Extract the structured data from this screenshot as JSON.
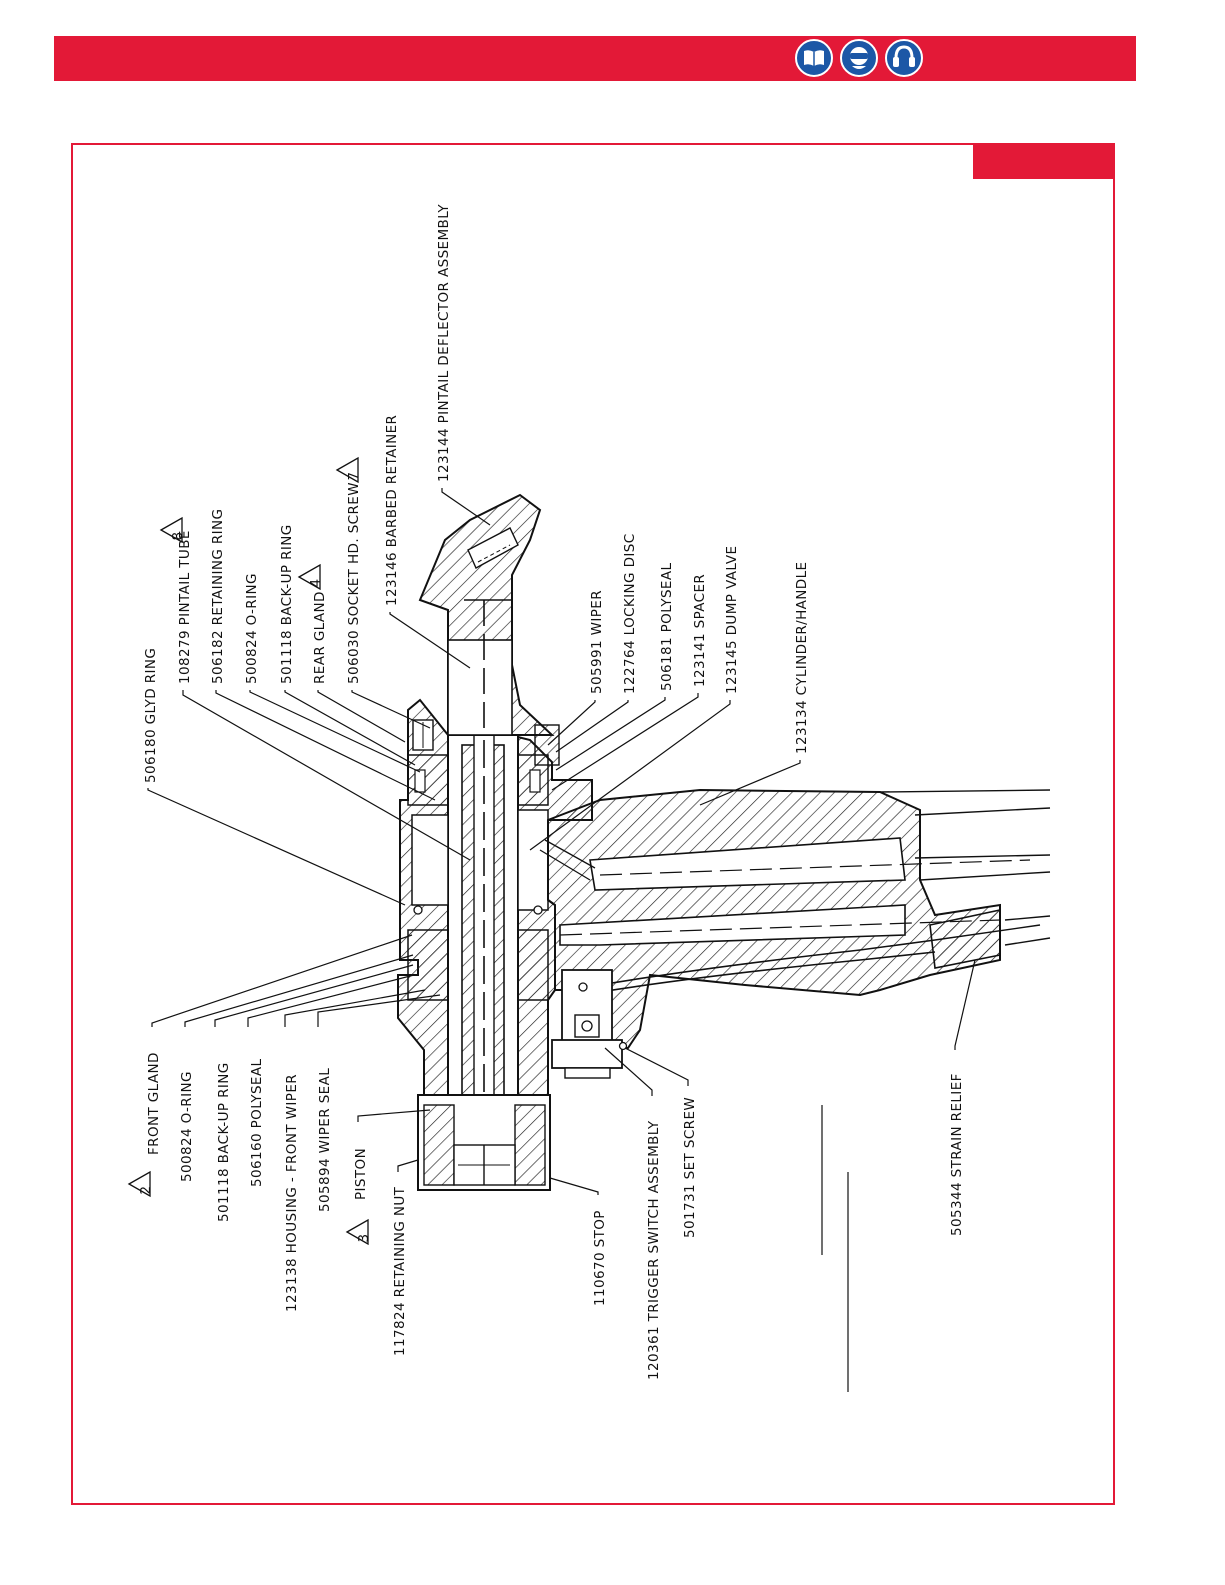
{
  "header": {
    "bar_color": "#e31937",
    "icons": [
      "manual-book-icon",
      "safety-glasses-icon",
      "ear-protection-icon"
    ]
  },
  "diagram": {
    "labels": {
      "front_gland": "FRONT GLAND",
      "front_gland_note": "2",
      "oring_front": "500824 O-RING",
      "backup_front": "501118 BACK-UP RING",
      "polyseal_front": "506160 POLYSEAL",
      "housing": "123138 HOUSING - FRONT WIPER",
      "wiper_seal": "505894 WIPER SEAL",
      "piston": "PISTON",
      "piston_note": "3",
      "retaining_nut": "117824 RETAINING NUT",
      "stop": "110670 STOP",
      "trigger": "120361 TRIGGER SWITCH ASSEMBLY",
      "set_screw": "501731 SET SCREW",
      "strain_relief": "505344 STRAIN RELIEF",
      "glyd_ring": "506180 GLYD RING",
      "pintail_tube": "108279 PINTAIL TUBE",
      "pintail_tube_note": "8",
      "retaining_ring": "506182 RETAINING RING",
      "oring_rear": "500824 O-RING",
      "backup_rear": "501118 BACK-UP RING",
      "rear_gland": "REAR GLAND",
      "rear_gland_note": "4",
      "socket_screw": "506030 SOCKET HD. SCREW",
      "socket_screw_note": "7",
      "barbed_retainer": "123146 BARBED RETAINER",
      "deflector": "123144 PINTAIL DEFLECTOR ASSEMBLY",
      "wiper": "505991 WIPER",
      "locking_disc": "122764 LOCKING DISC",
      "polyseal_rear": "506181 POLYSEAL",
      "spacer": "123141 SPACER",
      "dump_valve": "123145 DUMP VALVE",
      "cylinder_handle": "123134 CYLINDER/HANDLE"
    }
  }
}
